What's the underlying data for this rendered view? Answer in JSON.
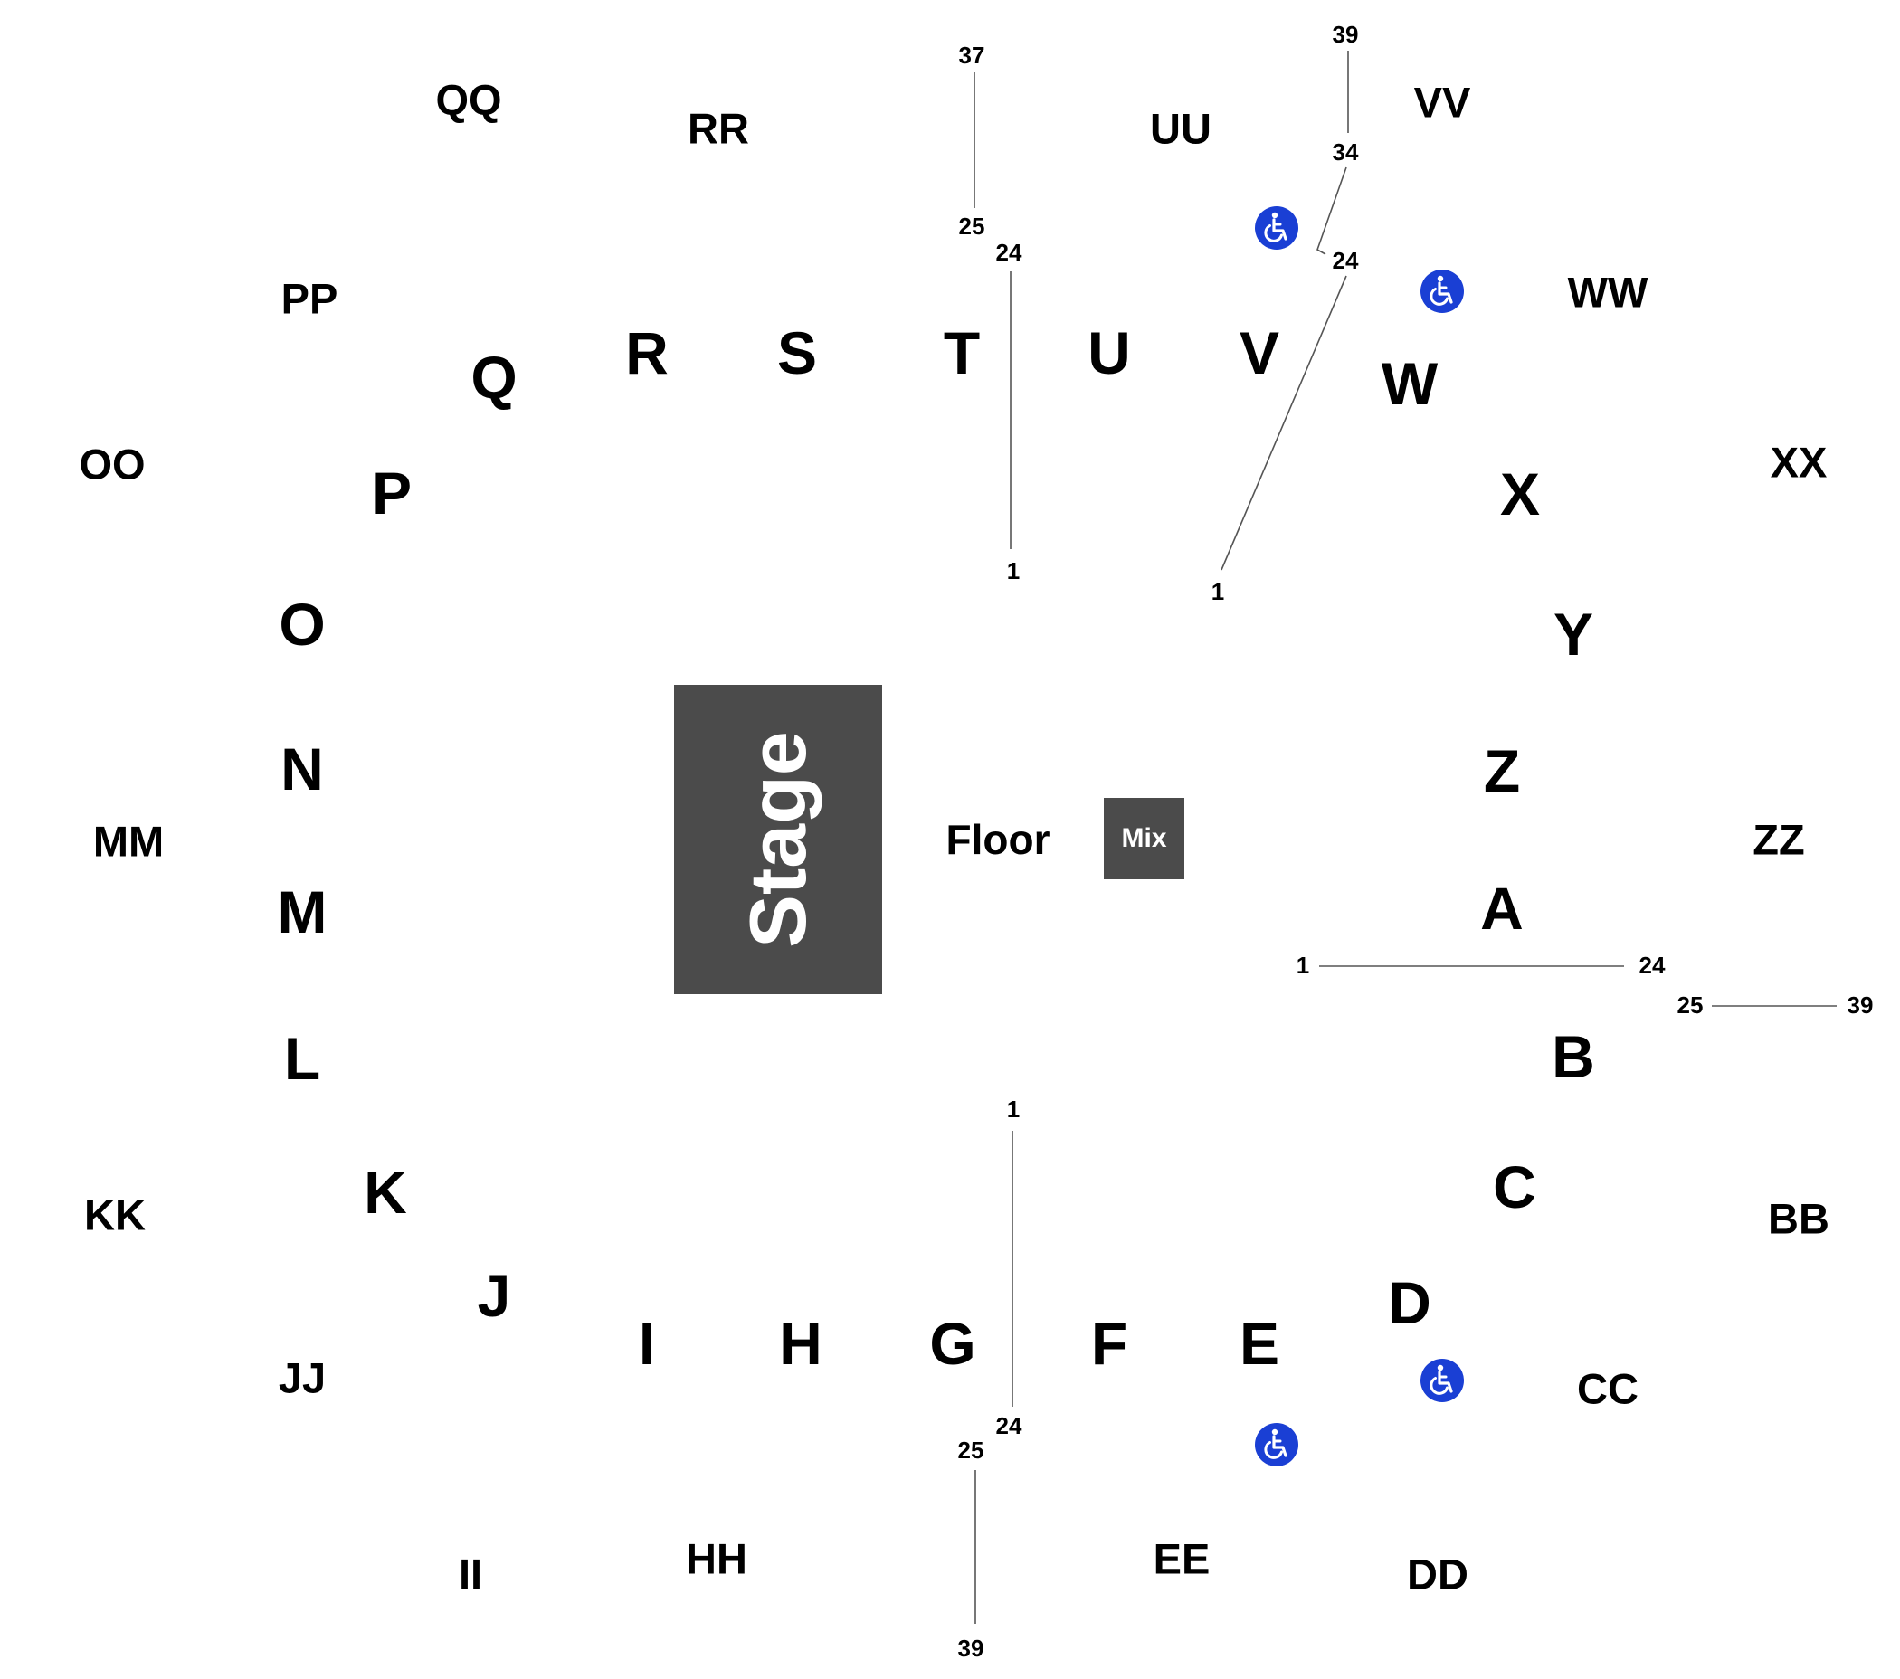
{
  "stage": {
    "label": "Stage"
  },
  "floor": {
    "label": "Floor"
  },
  "mix": {
    "label": "Mix"
  },
  "sections_inner": [
    "A",
    "B",
    "C",
    "D",
    "E",
    "F",
    "G",
    "H",
    "I",
    "J",
    "K",
    "L",
    "M",
    "N",
    "O",
    "P",
    "Q",
    "R",
    "S",
    "T",
    "U",
    "V",
    "W",
    "X",
    "Y",
    "Z"
  ],
  "sections_outer": [
    "BB",
    "CC",
    "DD",
    "EE",
    "HH",
    "II",
    "JJ",
    "KK",
    "MM",
    "OO",
    "PP",
    "QQ",
    "RR",
    "UU",
    "VV",
    "WW",
    "XX",
    "ZZ"
  ],
  "seat_markers": {
    "t_top": "37",
    "t_bottom": "25",
    "u_top": "24",
    "u_bottom": "1",
    "vv_top": "39",
    "vv_mid": "34",
    "vv_low": "24",
    "v_bottom": "1",
    "a_left": "1",
    "a_right": "24",
    "zz_left": "25",
    "zz_right": "39",
    "g_top": "1",
    "g_bottom": "24",
    "hh_top": "25",
    "hh_bottom": "39"
  },
  "colors": {
    "stage_fill": "#4b4b4b",
    "accessible_blue": "#1a3fd4",
    "text": "#000000",
    "guide_line": "#555555"
  },
  "icons": {
    "accessible": "wheelchair-icon"
  }
}
